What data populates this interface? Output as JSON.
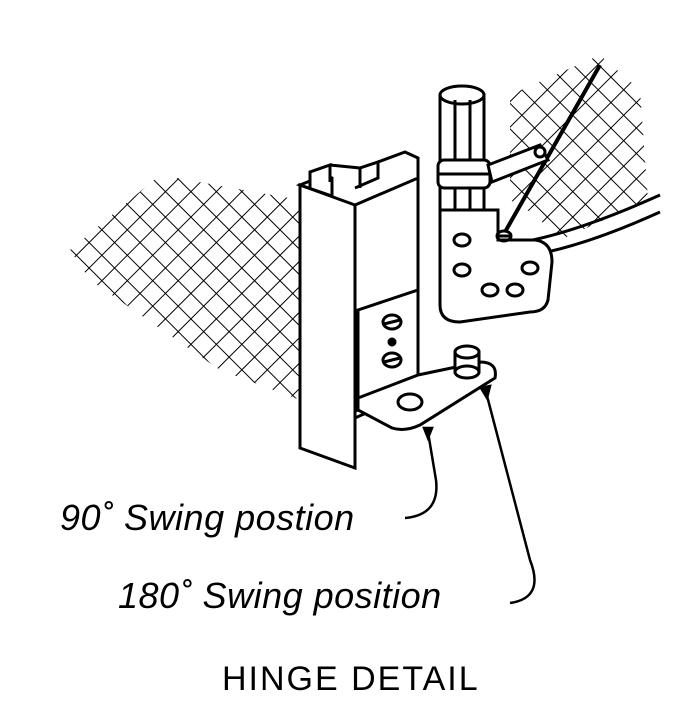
{
  "labels": {
    "swing_90": "90˚ Swing postion",
    "swing_180": "180˚ Swing position",
    "title": "HINGE DETAIL"
  },
  "colors": {
    "ink": "#000000",
    "paper": "#ffffff"
  }
}
